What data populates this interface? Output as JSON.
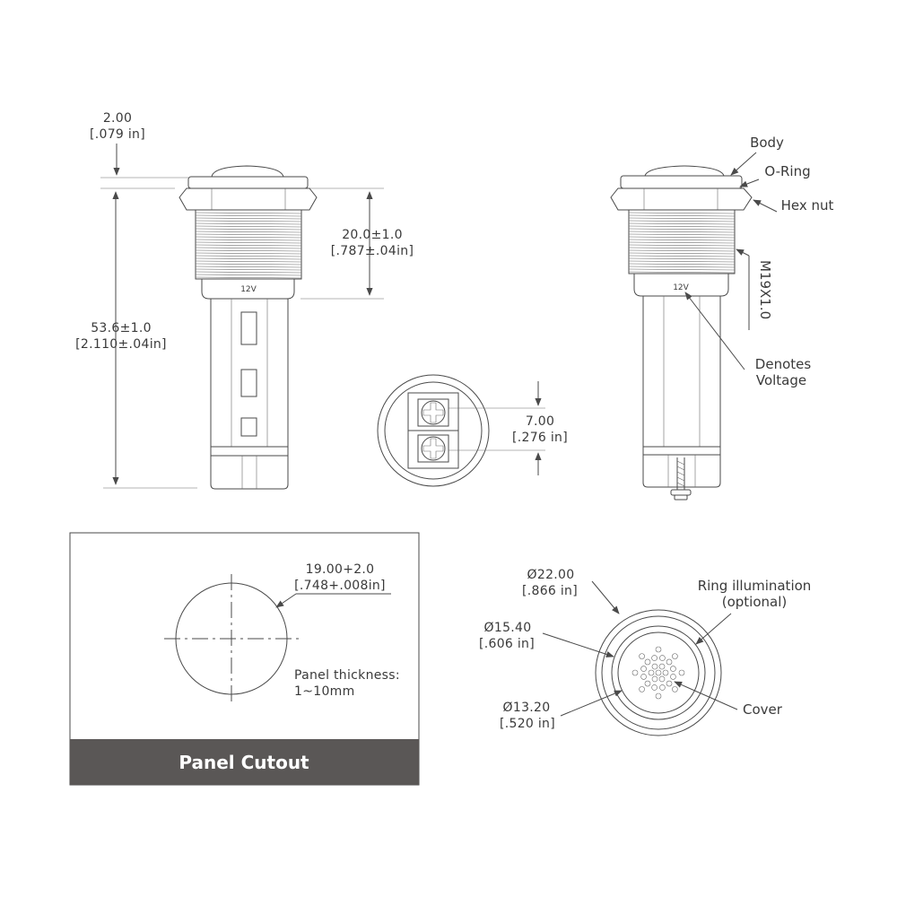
{
  "colors": {
    "line": "#4a4a4a",
    "text": "#3a3a3a",
    "panel_banner": "#5a5756",
    "banner_text": "#ffffff"
  },
  "side_view": {
    "top_dim": {
      "mm": "2.00",
      "in": "[.079 in]"
    },
    "thread_dim": {
      "mm": "20.0±1.0",
      "in": "[.787±.04in]"
    },
    "length_dim": {
      "mm": "53.6±1.0",
      "in": "[2.110±.04in]"
    },
    "voltage_mark": "12V"
  },
  "labeled_view": {
    "labels": {
      "body": "Body",
      "o_ring": "O-Ring",
      "hex_nut": "Hex nut",
      "thread": "M19X1.0",
      "voltage_line1": "Denotes",
      "voltage_line2": "Voltage"
    },
    "voltage_mark": "12V"
  },
  "rear_view": {
    "dim": {
      "mm": "7.00",
      "in": "[.276 in]"
    }
  },
  "panel_cutout": {
    "dim": {
      "mm": "19.00+2.0",
      "in": "[.748+.008in]"
    },
    "thickness_line1": "Panel thickness:",
    "thickness_line2": "1~10mm",
    "banner": "Panel Cutout"
  },
  "front_view": {
    "outer_dim": {
      "mm": "Ø22.00",
      "in": "[.866 in]"
    },
    "mid_dim": {
      "mm": "Ø15.40",
      "in": "[.606 in]"
    },
    "inner_dim": {
      "mm": "Ø13.20",
      "in": "[.520 in]"
    },
    "ring_line1": "Ring illumination",
    "ring_line2": "(optional)",
    "cover": "Cover"
  }
}
